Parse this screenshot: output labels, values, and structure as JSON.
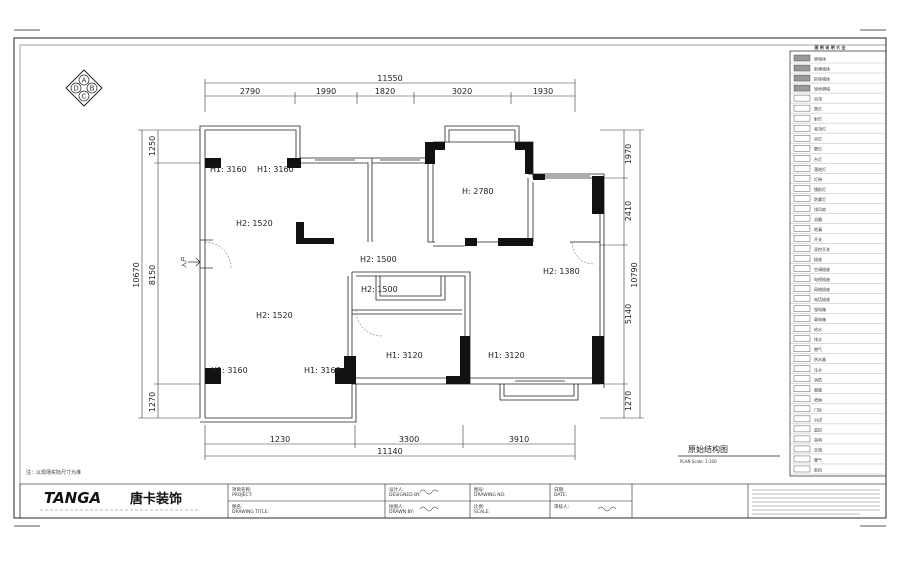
{
  "compass": {
    "letters": [
      "A",
      "B",
      "C",
      "D"
    ]
  },
  "dims": {
    "top_total": "11550",
    "top_segments": [
      "2790",
      "1990",
      "1820",
      "3020",
      "1930"
    ],
    "bottom_total": "11140",
    "bottom_segments": [
      "1230",
      "3300",
      "3910"
    ],
    "left_total": "10670",
    "left_segments": [
      "1250",
      "8150",
      "1270"
    ],
    "right_total": "10790",
    "right_segments": [
      "1970",
      "2410",
      "5140",
      "1270"
    ]
  },
  "rooms": [
    {
      "text": "H1: 3160"
    },
    {
      "text": "H1: 3160"
    },
    {
      "text": "H2: 1520"
    },
    {
      "text": "H: 2780"
    },
    {
      "text": "H2: 1500"
    },
    {
      "text": "H2: 1380"
    },
    {
      "text": "H2: 1500"
    },
    {
      "text": "H2: 1520"
    },
    {
      "text": "H1: 3160"
    },
    {
      "text": "H1: 3160"
    },
    {
      "text": "H1: 3120"
    },
    {
      "text": "H1: 3120"
    }
  ],
  "entry_label": "入户",
  "plan_title": "原始结构图",
  "plan_subtitle": "PLAN  Scale: 1:100",
  "note": "注：以现场实际尺寸为准",
  "brand": {
    "latin": "TANGA",
    "cn": "唐卡装饰"
  },
  "title_block": {
    "project_cn": "项目名称:",
    "project_en": "PROJECT:",
    "drawing_cn": "图名:",
    "drawing_en": "DRAWING TITLE:",
    "designed_cn": "设计人:",
    "designed_en": "DESIGNED BY:",
    "drawn_cn": "绘图人:",
    "drawn_en": "DRAWN BY:",
    "drawing_no_cn": "图号:",
    "drawing_no_en": "DRAWING NO:",
    "scale_cn": "比例:",
    "scale_en": "SCALE:",
    "date_cn": "日期:",
    "date_en": "DATE:",
    "sheet_cn": "审核人:"
  },
  "legend_header": "图 例 说 明 大 全",
  "legend_items": [
    "原墙体",
    "新建墙体",
    "拆除墙体",
    "轻质隔墙",
    "吊顶",
    "筒灯",
    "射灯",
    "吸顶灯",
    "吊灯",
    "壁灯",
    "台灯",
    "落地灯",
    "灯带",
    "镜前灯",
    "防雾灯",
    "排风扇",
    "浴霸",
    "地漏",
    "开关",
    "双控开关",
    "插座",
    "空调插座",
    "电视插座",
    "网络插座",
    "电话插座",
    "强电箱",
    "弱电箱",
    "给水",
    "排水",
    "燃气",
    "热水器",
    "冷水",
    "消防",
    "烟感",
    "喷淋",
    "门铃",
    "对讲",
    "监控",
    "音响",
    "空调",
    "暖气",
    "新风"
  ]
}
